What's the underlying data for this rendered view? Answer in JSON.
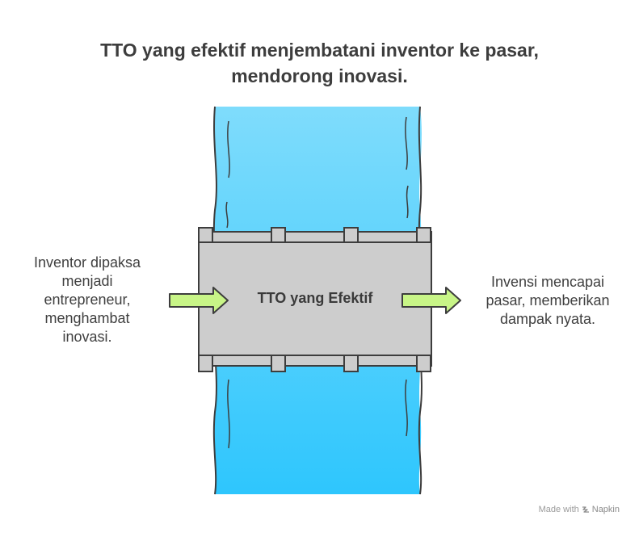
{
  "title": {
    "line1": "TTO yang efektif menjembatani inventor ke pasar,",
    "line2": "mendorong inovasi."
  },
  "left_text": {
    "lines": [
      "Inventor dipaksa",
      "menjadi",
      "entrepreneur,",
      "menghambat",
      "inovasi."
    ]
  },
  "right_text": {
    "lines": [
      "Invensi mencapai",
      "pasar, memberikan",
      "dampak nyata."
    ]
  },
  "bridge_label": "TTO yang Efektif",
  "watermark": {
    "prefix": "Made with",
    "brand": "Napkin",
    "icon": "napkin-logo-icon"
  },
  "colors": {
    "river_top": "#7fdcfc",
    "river_bottom": "#2ec6fd",
    "bridge_fill": "#cdcdcd",
    "arrow_fill": "#c8f587",
    "outline": "#3d3d3d"
  }
}
